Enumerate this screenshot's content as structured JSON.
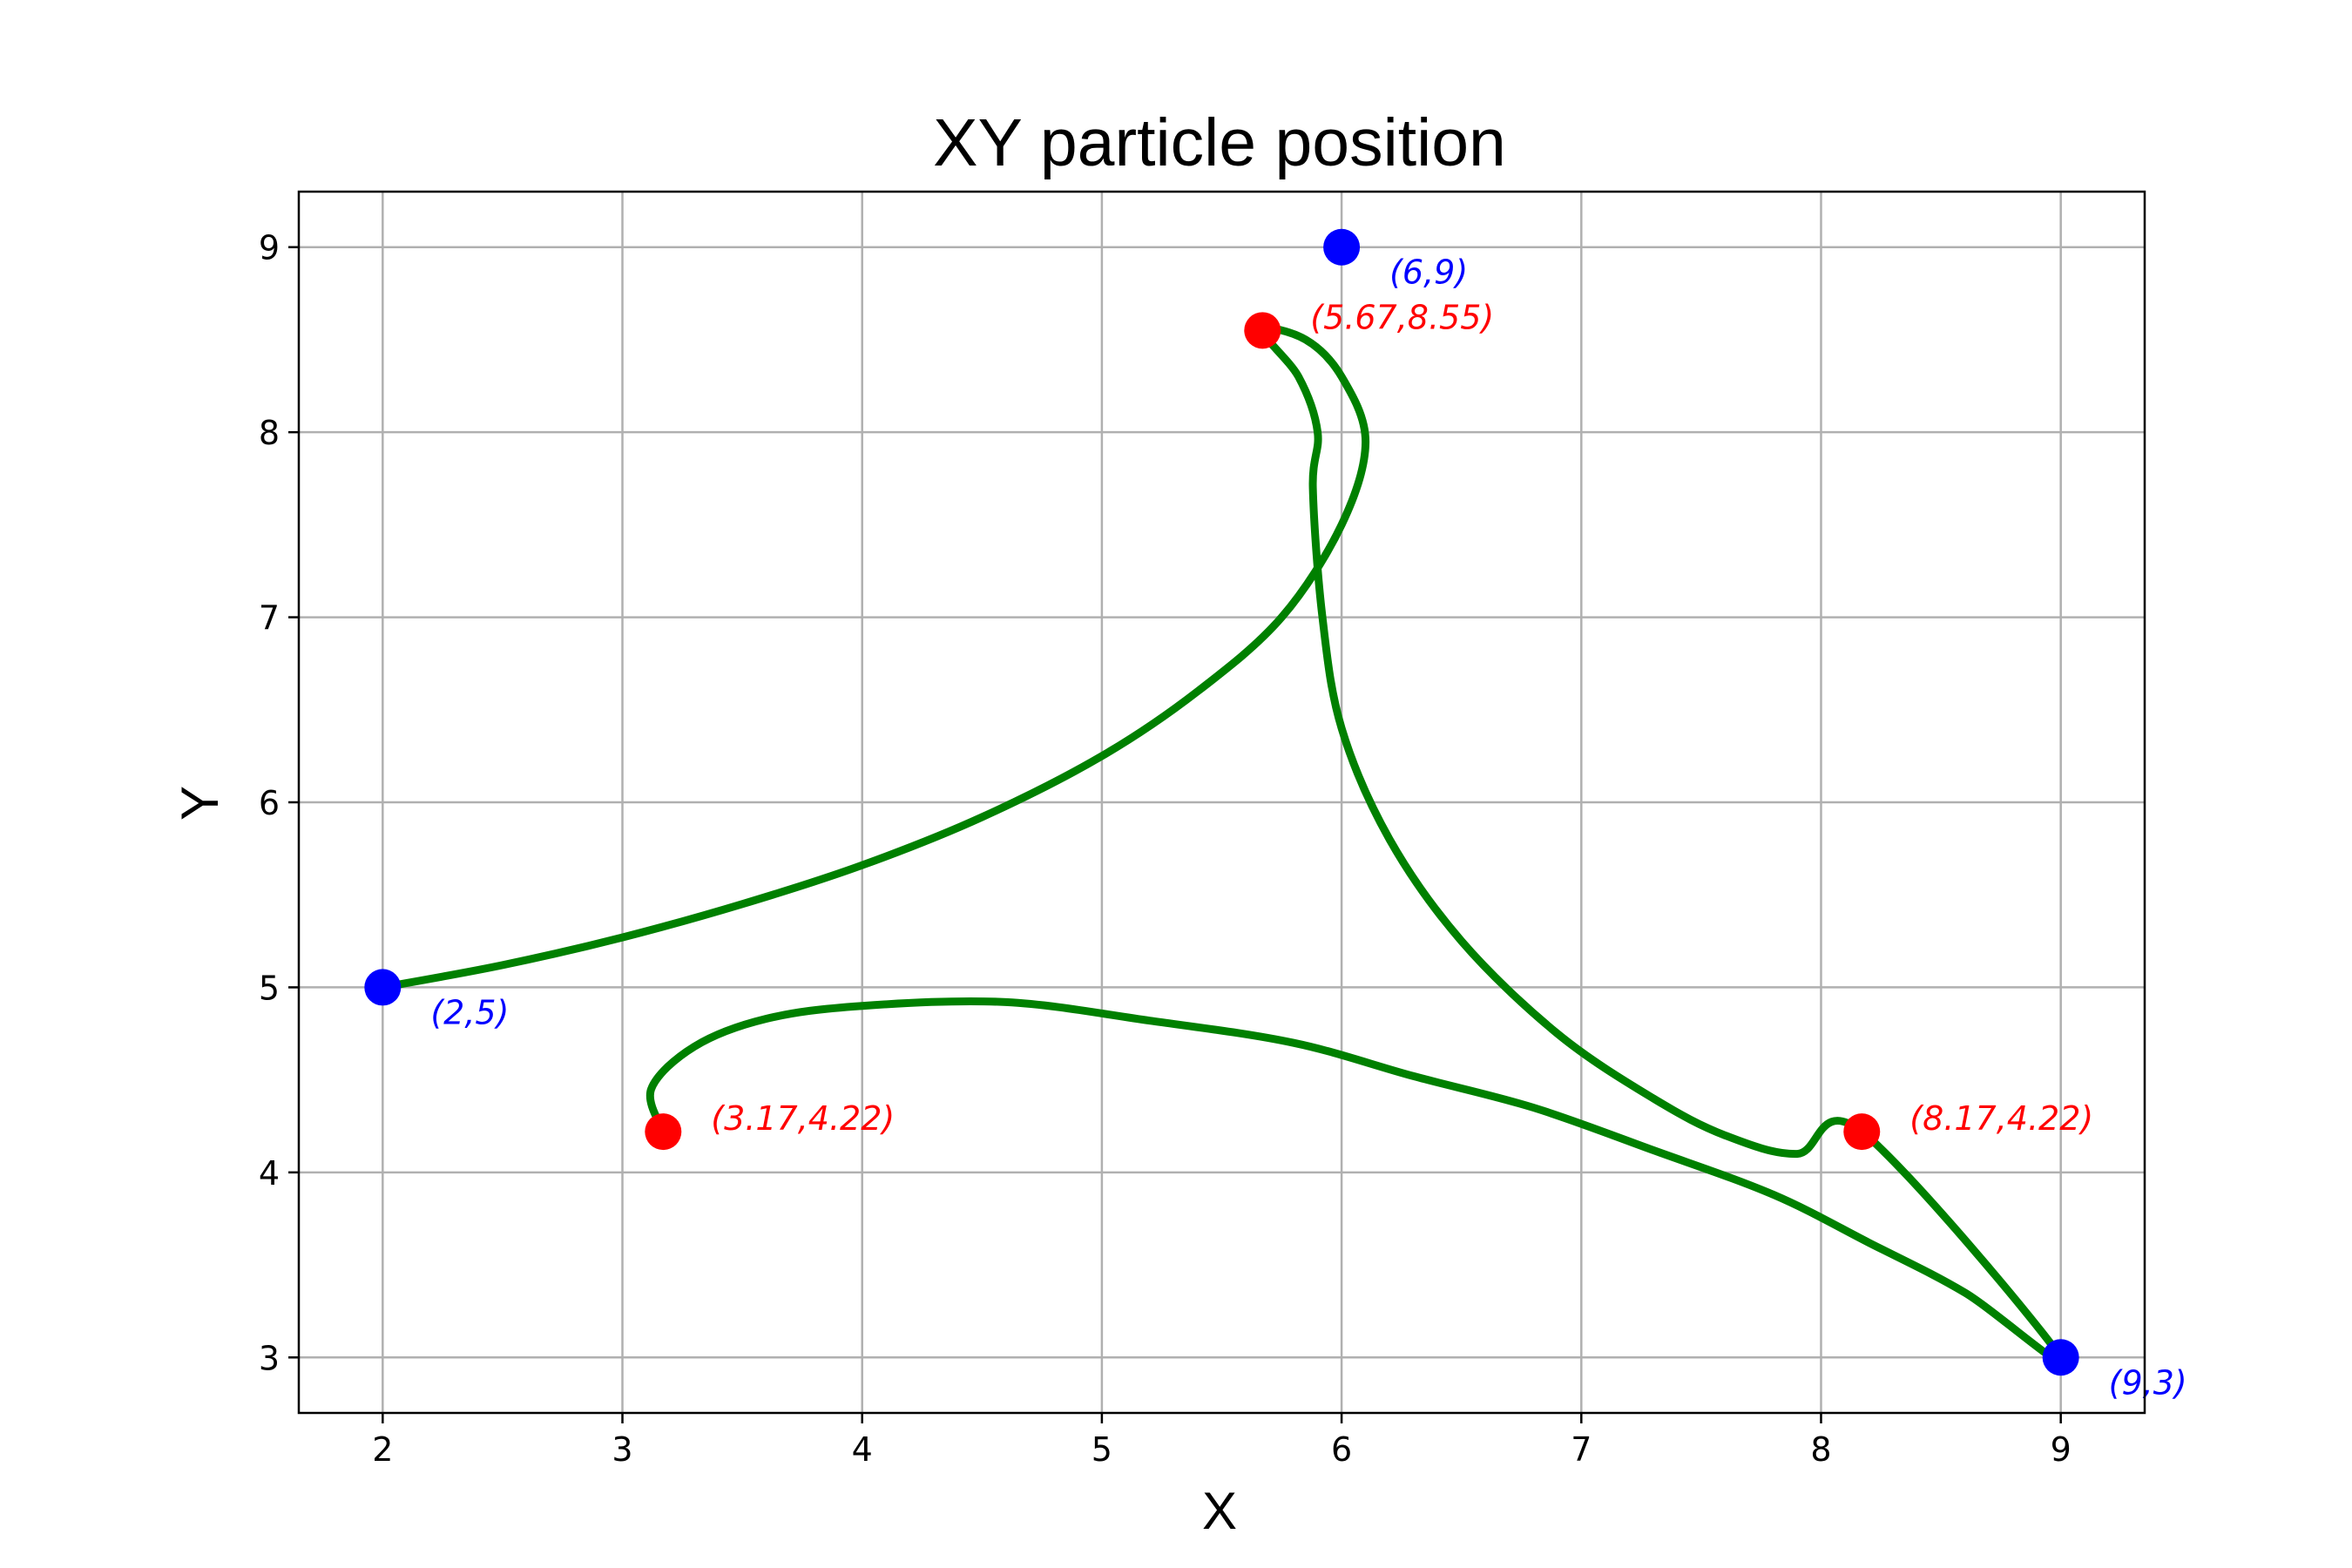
{
  "chart_data": {
    "type": "line",
    "title": "XY particle position",
    "xlabel": "X",
    "ylabel": "Y",
    "xlim": [
      1.65,
      9.35
    ],
    "ylim": [
      2.7,
      9.3
    ],
    "xticks": [
      2,
      3,
      4,
      5,
      6,
      7,
      8,
      9
    ],
    "yticks": [
      3,
      4,
      5,
      6,
      7,
      8,
      9
    ],
    "grid": true,
    "legend": "none",
    "line_color": "#008000",
    "path_points": [
      [
        2.0,
        5.0
      ],
      [
        2.5,
        5.12
      ],
      [
        3.0,
        5.27
      ],
      [
        3.5,
        5.45
      ],
      [
        4.0,
        5.66
      ],
      [
        4.5,
        5.92
      ],
      [
        5.0,
        6.25
      ],
      [
        5.4,
        6.6
      ],
      [
        5.75,
        7.0
      ],
      [
        6.0,
        7.5
      ],
      [
        6.1,
        7.95
      ],
      [
        6.0,
        8.3
      ],
      [
        5.85,
        8.5
      ],
      [
        5.67,
        8.55
      ],
      [
        5.82,
        8.3
      ],
      [
        5.9,
        8.0
      ],
      [
        5.88,
        7.7
      ],
      [
        5.92,
        7.0
      ],
      [
        6.0,
        6.4
      ],
      [
        6.2,
        5.8
      ],
      [
        6.5,
        5.25
      ],
      [
        6.9,
        4.75
      ],
      [
        7.3,
        4.4
      ],
      [
        7.6,
        4.2
      ],
      [
        7.9,
        4.1
      ],
      [
        8.17,
        4.22
      ],
      [
        9.0,
        3.0
      ],
      [
        8.6,
        3.35
      ],
      [
        8.2,
        3.62
      ],
      [
        7.8,
        3.88
      ],
      [
        7.3,
        4.12
      ],
      [
        6.8,
        4.35
      ],
      [
        6.3,
        4.52
      ],
      [
        5.8,
        4.7
      ],
      [
        5.2,
        4.82
      ],
      [
        4.6,
        4.92
      ],
      [
        4.0,
        4.9
      ],
      [
        3.6,
        4.83
      ],
      [
        3.3,
        4.68
      ],
      [
        3.12,
        4.45
      ],
      [
        3.17,
        4.22
      ]
    ],
    "blue_points": [
      {
        "x": 2,
        "y": 5,
        "label": "(2,5)"
      },
      {
        "x": 6,
        "y": 9,
        "label": "(6,9)"
      },
      {
        "x": 9,
        "y": 3,
        "label": "(9,3)"
      }
    ],
    "red_points": [
      {
        "x": 5.67,
        "y": 8.55,
        "label": "(5.67,8.55)"
      },
      {
        "x": 3.17,
        "y": 4.22,
        "label": "(3.17,4.22)"
      },
      {
        "x": 8.17,
        "y": 4.22,
        "label": "(8.17,4.22)"
      }
    ],
    "blue_color": "#0000ff",
    "red_color": "#ff0000"
  }
}
